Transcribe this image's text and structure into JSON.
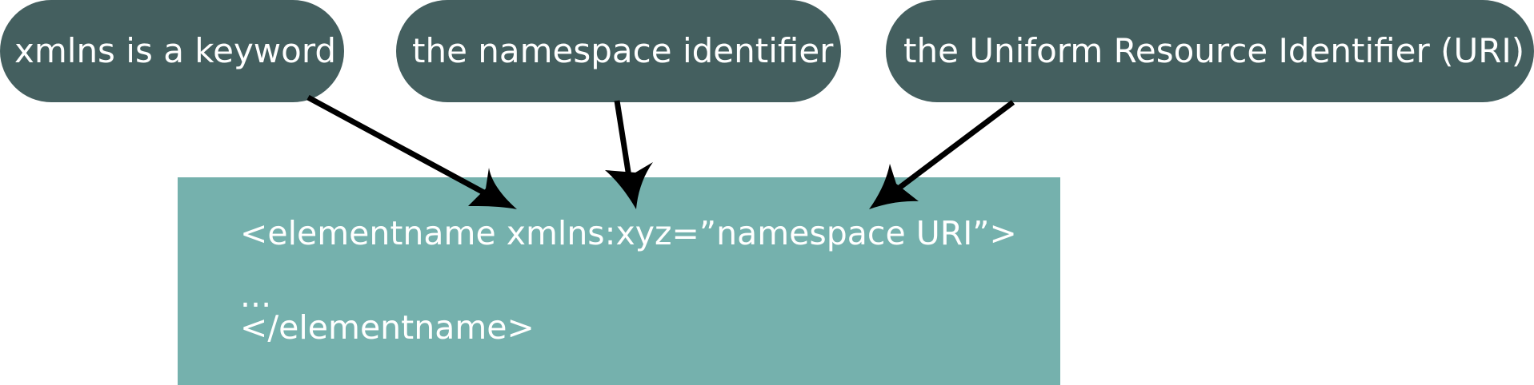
{
  "labels": {
    "keyword": "xmlns is a keyword",
    "namespace_identifier": "the namespace identifier",
    "uri": "the Uniform Resource Identifier  (URI)"
  },
  "code": {
    "line1": "<elementname xmlns:xyz=”namespace URI”>",
    "line2": "...",
    "line3": "</elementname>"
  },
  "colors": {
    "bubble": "#445f5f",
    "code_box": "#75b1ad",
    "text": "#ffffff",
    "arrow": "#000000"
  }
}
